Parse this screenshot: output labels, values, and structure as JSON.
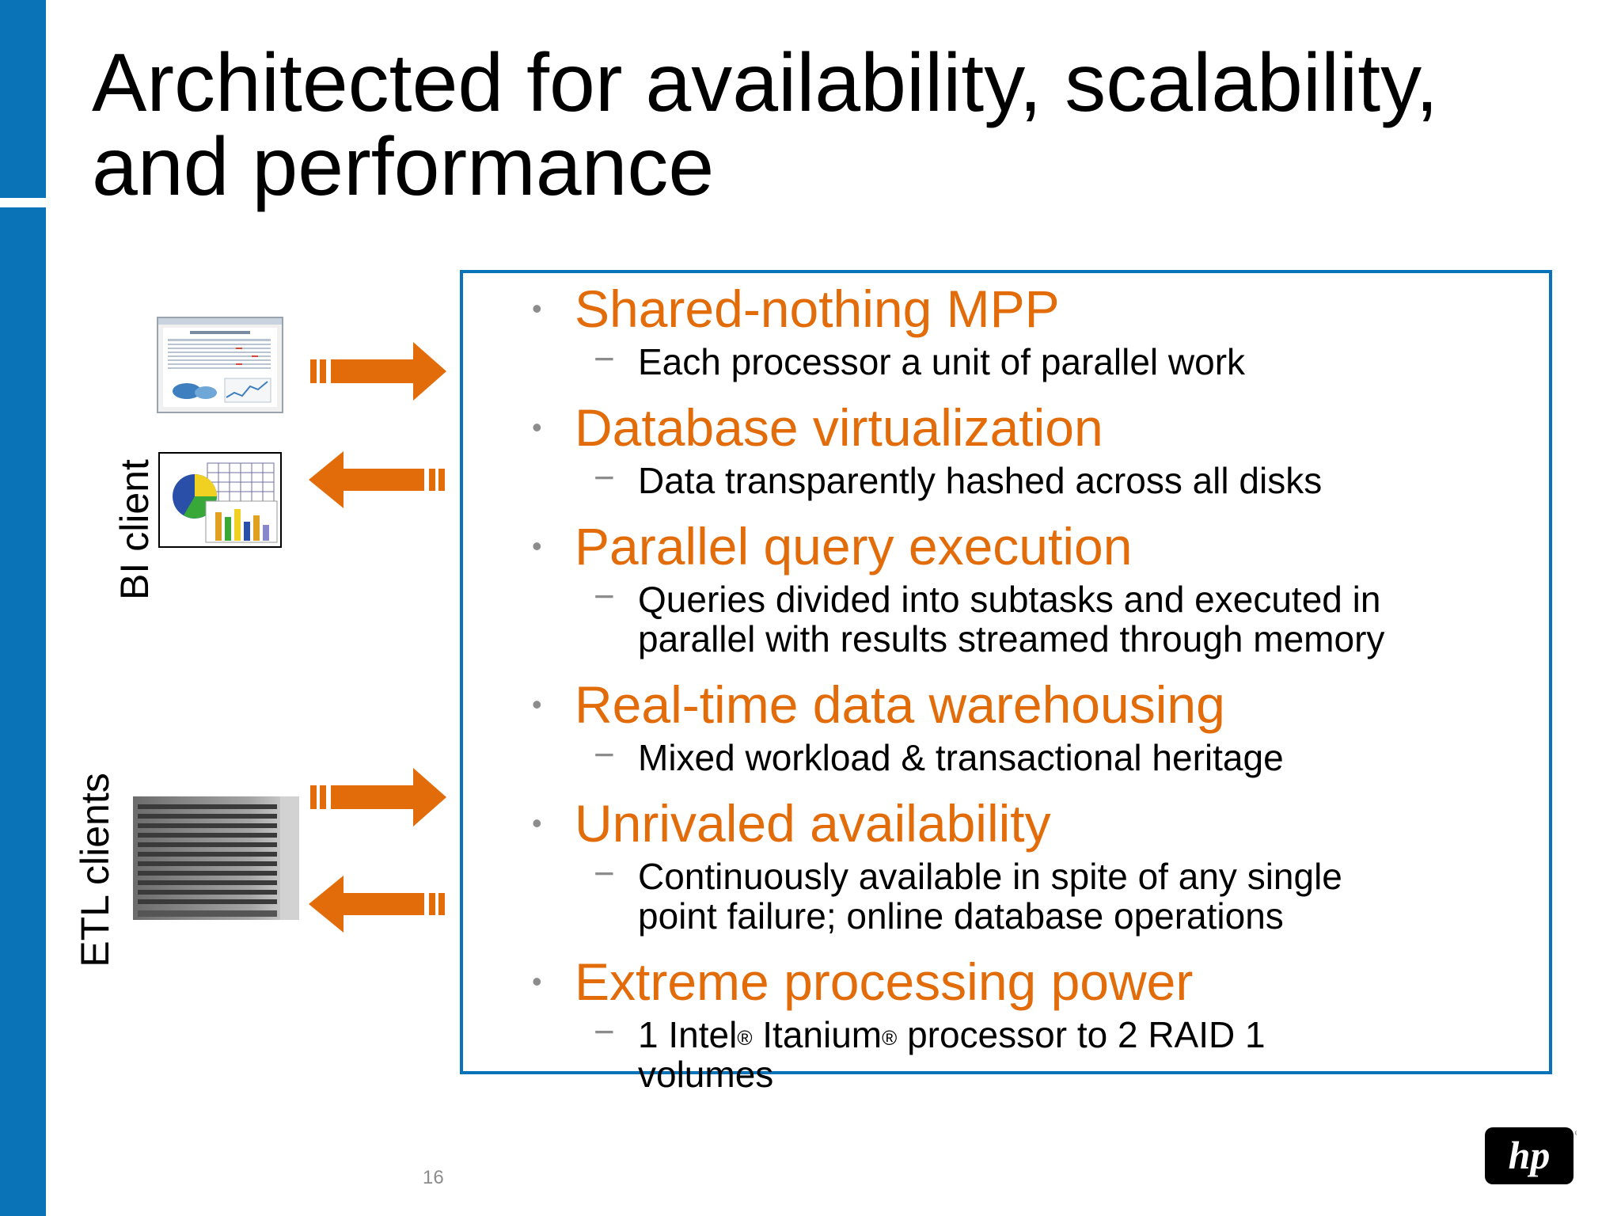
{
  "slide": {
    "title_line1": "Architected for availability, scalability,",
    "title_line2": "and performance",
    "page_number": "16"
  },
  "labels": {
    "bi_client": "BI client",
    "etl_clients": "ETL clients"
  },
  "bullets": [
    {
      "title": "Shared-nothing MPP",
      "sub": "Each processor a unit of parallel work"
    },
    {
      "title": "Database virtualization",
      "sub": "Data transparently hashed across all disks"
    },
    {
      "title": "Parallel query execution",
      "sub_line1": "Queries divided into subtasks and executed in",
      "sub_line2": "parallel with results streamed through memory"
    },
    {
      "title": "Real-time data warehousing",
      "sub": "Mixed workload & transactional heritage"
    },
    {
      "title": "Unrivaled availability",
      "sub_line1": "Continuously available in spite of any single",
      "sub_line2": "point failure; online database operations"
    },
    {
      "title": "Extreme processing power",
      "sub_part1": "1 Intel",
      "sub_reg1": "®",
      "sub_part2": " Itanium",
      "sub_reg2": "®",
      "sub_part3": " processor to 2 RAID 1",
      "sub_line2": "volumes"
    }
  ],
  "markers": {
    "bullet": "•",
    "dash": "−"
  },
  "colors": {
    "accent_blue": "#0a73b8",
    "accent_orange": "#e36c0a"
  },
  "logo": {
    "text": "hp"
  }
}
